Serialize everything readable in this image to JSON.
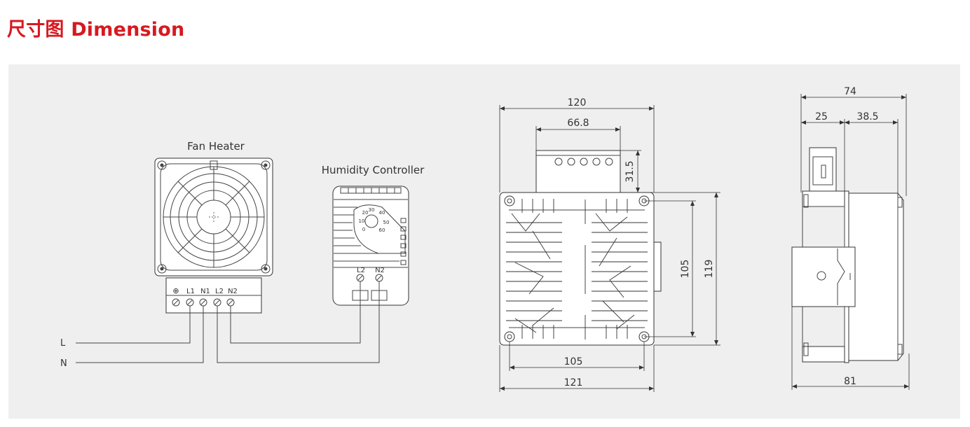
{
  "title": "尺寸图 Dimension",
  "wiring": {
    "fan_heater_label": "Fan Heater",
    "controller_label": "Humidity Controller",
    "terminal_labels": [
      "⊕",
      "L1",
      "N1",
      "L2",
      "N2"
    ],
    "controller_terminals": [
      "L2",
      "N2"
    ],
    "dial_scale": [
      "10",
      "20",
      "30",
      "40",
      "50",
      "60",
      "0"
    ],
    "line_labels": [
      "L",
      "N"
    ]
  },
  "front_view": {
    "dims": {
      "width_top": "120",
      "block_width": "66.8",
      "block_height": "31.5",
      "hole_vertical": "105",
      "body_height": "119",
      "hole_horizontal": "105",
      "width_bottom": "121"
    }
  },
  "side_view": {
    "dims": {
      "total_top": "74",
      "part_a": "25",
      "part_b": "38.5",
      "total_bottom": "81"
    }
  }
}
